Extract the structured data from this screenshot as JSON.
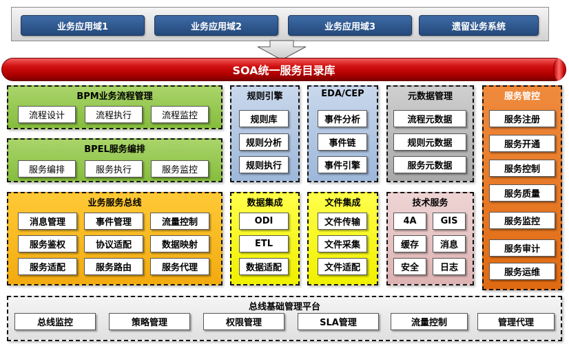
{
  "app_domains": [
    "业务应用域1",
    "业务应用域2",
    "业务应用域3",
    "遗留业务系统"
  ],
  "soa_registry": "SOA统一服务目录库",
  "bpm": {
    "title": "BPM业务流程管理",
    "items": [
      "流程设计",
      "流程执行",
      "流程监控"
    ]
  },
  "bpel": {
    "title": "BPEL服务编排",
    "items": [
      "服务编排",
      "服务执行",
      "服务监控"
    ]
  },
  "esb": {
    "title": "业务服务总线",
    "items": [
      "消息管理",
      "事件管理",
      "流量控制",
      "服务鉴权",
      "协议适配",
      "数据映射",
      "服务适配",
      "服务路由",
      "服务代理"
    ]
  },
  "rules": {
    "title": "规则引擎",
    "items": [
      "规则库",
      "规则分析",
      "规则执行"
    ]
  },
  "eda": {
    "title": "EDA/CEP",
    "items": [
      "事件分析",
      "事件链",
      "事件引擎"
    ]
  },
  "metadata": {
    "title": "元数据管理",
    "items": [
      "流程元数据",
      "规则元数据",
      "服务元数据"
    ]
  },
  "data_integration": {
    "title": "数据集成",
    "items": [
      "ODI",
      "ETL",
      "数据适配"
    ]
  },
  "file_integration": {
    "title": "文件集成",
    "items": [
      "文件传输",
      "文件采集",
      "文件适配"
    ]
  },
  "tech_services": {
    "title": "技术服务",
    "items": [
      "4A",
      "GIS",
      "缓存",
      "消息",
      "安全",
      "日志"
    ]
  },
  "service_governance": {
    "title": "服务管控",
    "items": [
      "服务注册",
      "服务开通",
      "服务控制",
      "服务质量",
      "服务监控",
      "服务审计",
      "服务运维"
    ]
  },
  "bus_platform": {
    "title": "总线基础管理平台",
    "items": [
      "总线监控",
      "策略管理",
      "权限管理",
      "SLA管理",
      "流量控制",
      "管理代理"
    ]
  },
  "colors": {
    "app_button": "#2f5a92",
    "pipe": "#c00000",
    "green_panel": "#92c550",
    "orange_panel": "#f5b21a",
    "blue_panel": "#b3c7e3",
    "yellow_panel": "#ffff00",
    "gray_panel": "#bfbfbf",
    "pink_panel": "#e6c3c3",
    "governance_panel": "#e87422"
  }
}
